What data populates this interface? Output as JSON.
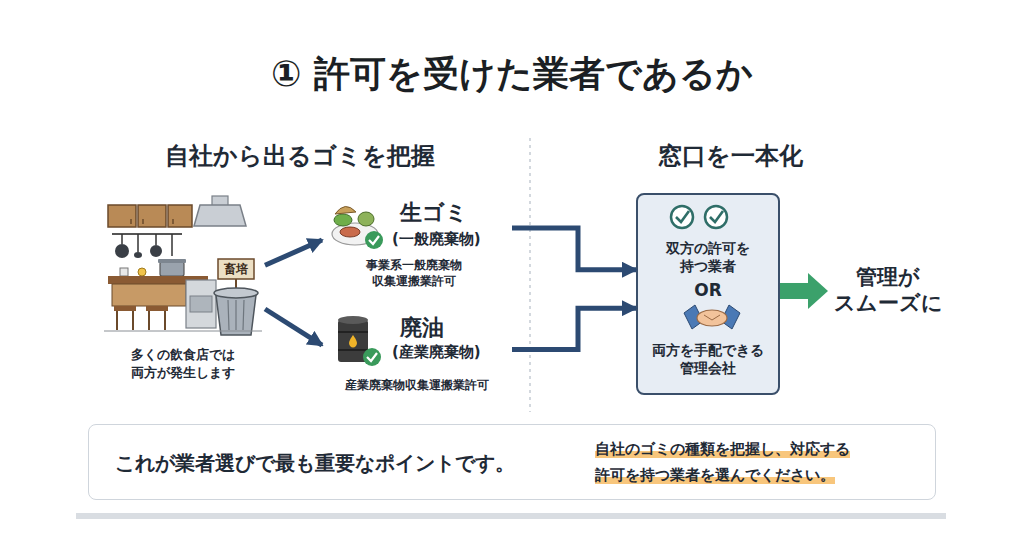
{
  "diagram": {
    "title": "① 許可を受けた業者であるか",
    "nodes": [
      {
        "text": [
          "多くの飲食店では 両方が発生します"
        ]
      },
      {
        "text": [
          "生ゴミ",
          "(一般廃棄物)",
          "事業系一般廃棄物 収集運搬業許可"
        ]
      },
      {
        "text": [
          "廃油",
          "(産業廃棄物)",
          "産業廃棄物収集運搬業許可"
        ]
      },
      {
        "text": [
          "双方の許可を 持つ業者",
          "OR",
          "両方を手配できる 管理会社"
        ]
      },
      {
        "text": [
          "管理が スムーズに"
        ]
      },
      {
        "text": [
          "これが業者選びで最も重要なポイントです。",
          "自社のゴミの種類を把握し、対応する 許可を持つ業者を選んでください。"
        ]
      }
    ],
    "edges": [
      {
        "from": 0,
        "to": 1,
        "arrow": "to"
      },
      {
        "from": 0,
        "to": 2,
        "arrow": "to"
      },
      {
        "from": 1,
        "to": 3,
        "arrow": "to"
      },
      {
        "from": 2,
        "to": 3,
        "arrow": "to"
      },
      {
        "from": 3,
        "to": 4,
        "arrow": "to"
      }
    ],
    "labels": [
      "自社から出るゴミを把握",
      "窓口を一本化",
      "畜培"
    ]
  }
}
